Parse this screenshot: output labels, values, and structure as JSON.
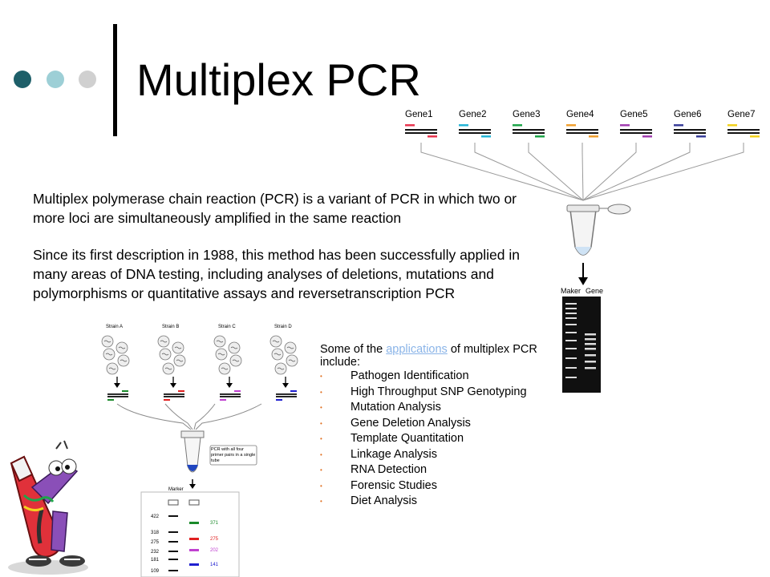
{
  "header": {
    "title": "Multiplex PCR",
    "dots": [
      "#1e5f69",
      "#9dcfd6",
      "#d0d0d0"
    ]
  },
  "body": {
    "paragraph1": "Multiplex polymerase chain reaction (PCR) is a variant of PCR in which two or more loci are simultaneously amplified in the same reaction",
    "paragraph2": "Since its first description in 1988, this method has been successfully applied in many areas of DNA testing, including analyses of deletions, mutations and polymorphisms or quantitative assays and reversetranscription PCR"
  },
  "applications": {
    "intro_before": "Some of the ",
    "link_text": "applications",
    "intro_after": " of multiplex PCR include:",
    "items": [
      "Pathogen Identification",
      "High Throughput SNP Genotyping",
      "Mutation Analysis",
      "Gene Deletion Analysis",
      "Template Quantitation",
      "Linkage Analysis",
      "RNA Detection",
      "Forensic Studies",
      "Diet Analysis"
    ],
    "bullet_glyph": "•"
  },
  "diagram_top": {
    "genes": [
      "Gene1",
      "Gene2",
      "Gene3",
      "Gene4",
      "Gene5",
      "Gene6",
      "Gene7"
    ],
    "gene_colors": [
      "#e8364f",
      "#27b5d6",
      "#1fa54a",
      "#f0a030",
      "#a23fb0",
      "#3a3f9a",
      "#f2d21e"
    ],
    "gel_labels": [
      "Maker",
      "Gene"
    ]
  },
  "diagram_bottom": {
    "strains": [
      "Strain A",
      "Strain B",
      "Strain C",
      "Strain D"
    ],
    "tube_label": "PCR with all four primer pairs in a single tube",
    "marker_label": "Marker",
    "marker_sizes": [
      "422",
      "318",
      "275",
      "232",
      "181",
      "109"
    ],
    "product_sizes": [
      "371",
      "275",
      "202",
      "141"
    ],
    "product_colors": [
      "#1a8a2a",
      "#e02020",
      "#c040d0",
      "#2020d0"
    ]
  }
}
